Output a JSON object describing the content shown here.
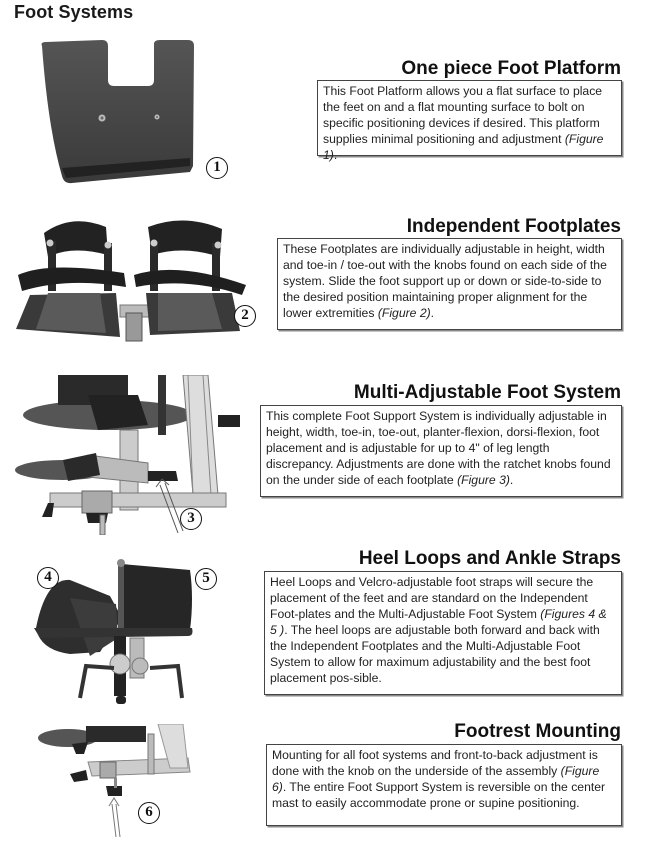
{
  "page": {
    "title": "Foot Systems"
  },
  "sections": [
    {
      "heading": "One piece Foot Platform",
      "body": "This Foot Platform allows you a flat surface to place the feet on and a flat mounting surface to bolt on specific positioning devices if desired.  This platform supplies minimal positioning and adjustment ",
      "figure_ref": "(Figure 1)",
      "tail": ".",
      "callouts": [
        "1"
      ],
      "figure_icon": "foot-platform-photo"
    },
    {
      "heading": "Independent Footplates",
      "body": "These Footplates are individually adjustable in height, width and toe-in / toe-out with the knobs found on each side of the system.  Slide the foot support up or down or side-to-side to the desired position maintaining proper alignment for the lower extremities ",
      "figure_ref": "(Figure 2)",
      "tail": ".",
      "callouts": [
        "2"
      ],
      "figure_icon": "independent-footplates-photo"
    },
    {
      "heading": "Multi-Adjustable Foot System",
      "body": "This complete Foot Support System is individually adjustable in height, width, toe-in, toe-out, planter-flexion, dorsi-flexion, foot placement and is adjustable for up to 4\" of leg length discrepancy. Adjustments are done with the ratchet knobs found on the under side of each footplate ",
      "figure_ref": "(Figure 3)",
      "tail": ".",
      "callouts": [
        "3"
      ],
      "figure_icon": "multi-adjustable-foot-system-photo"
    },
    {
      "heading": "Heel Loops and Ankle Straps",
      "body": "Heel Loops and Velcro-adjustable foot straps will secure the placement of the feet and are standard on the Independent Foot-plates and the Multi-Adjustable Foot System ",
      "figure_ref": "(Figures 4 & 5 )",
      "tail": ". The heel loops are adjustable both forward and back with the Independent Footplates and the Multi-Adjustable Foot System to allow for maximum adjustability and the best foot placement pos-sible.",
      "callouts": [
        "4",
        "5"
      ],
      "figure_icon": "heel-loop-ankle-strap-photo"
    },
    {
      "heading": "Footrest Mounting",
      "body": "Mounting for all foot systems and front-to-back adjustment is done with the knob on the underside of the assembly ",
      "figure_ref": "(Figure 6)",
      "tail": ". The entire Foot Support System is reversible on the center mast to easily accommodate prone or supine positioning.",
      "callouts": [
        "6"
      ],
      "figure_icon": "footrest-mounting-photo"
    }
  ]
}
